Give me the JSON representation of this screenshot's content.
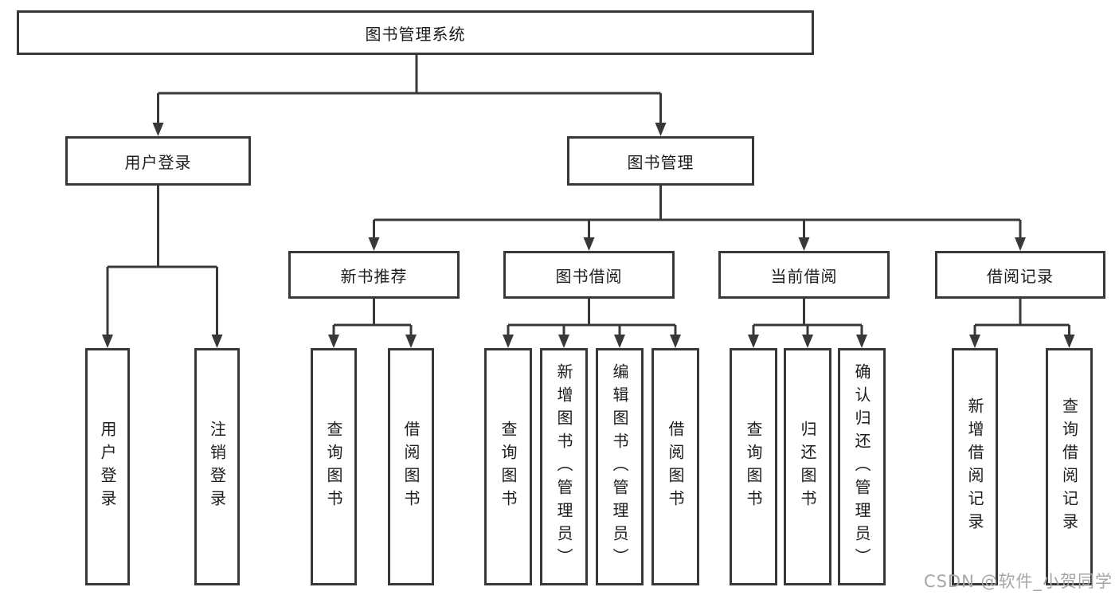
{
  "tree": {
    "root": {
      "label": "图书管理系统"
    },
    "branches": [
      {
        "label": "用户登录",
        "children": [
          {
            "label": "用户登录"
          },
          {
            "label": "注销登录"
          }
        ]
      },
      {
        "label": "图书管理",
        "children": [
          {
            "label": "新书推荐",
            "children": [
              {
                "label": "查询图书"
              },
              {
                "label": "借阅图书"
              }
            ]
          },
          {
            "label": "图书借阅",
            "children": [
              {
                "label": "查询图书"
              },
              {
                "label": "新增图书（管理员）"
              },
              {
                "label": "编辑图书（管理员）"
              },
              {
                "label": "借阅图书"
              }
            ]
          },
          {
            "label": "当前借阅",
            "children": [
              {
                "label": "查询图书"
              },
              {
                "label": "归还图书"
              },
              {
                "label": "确认归还（管理员）"
              }
            ]
          },
          {
            "label": "借阅记录",
            "children": [
              {
                "label": "新增借阅记录"
              },
              {
                "label": "查询借阅记录"
              }
            ]
          }
        ]
      }
    ]
  },
  "watermark": {
    "text": "CSDN @软件_小贺同学"
  },
  "colors": {
    "line": "#383838",
    "text": "#1c1c1c",
    "background": "#ffffff",
    "watermark": "#a6a6a6"
  }
}
